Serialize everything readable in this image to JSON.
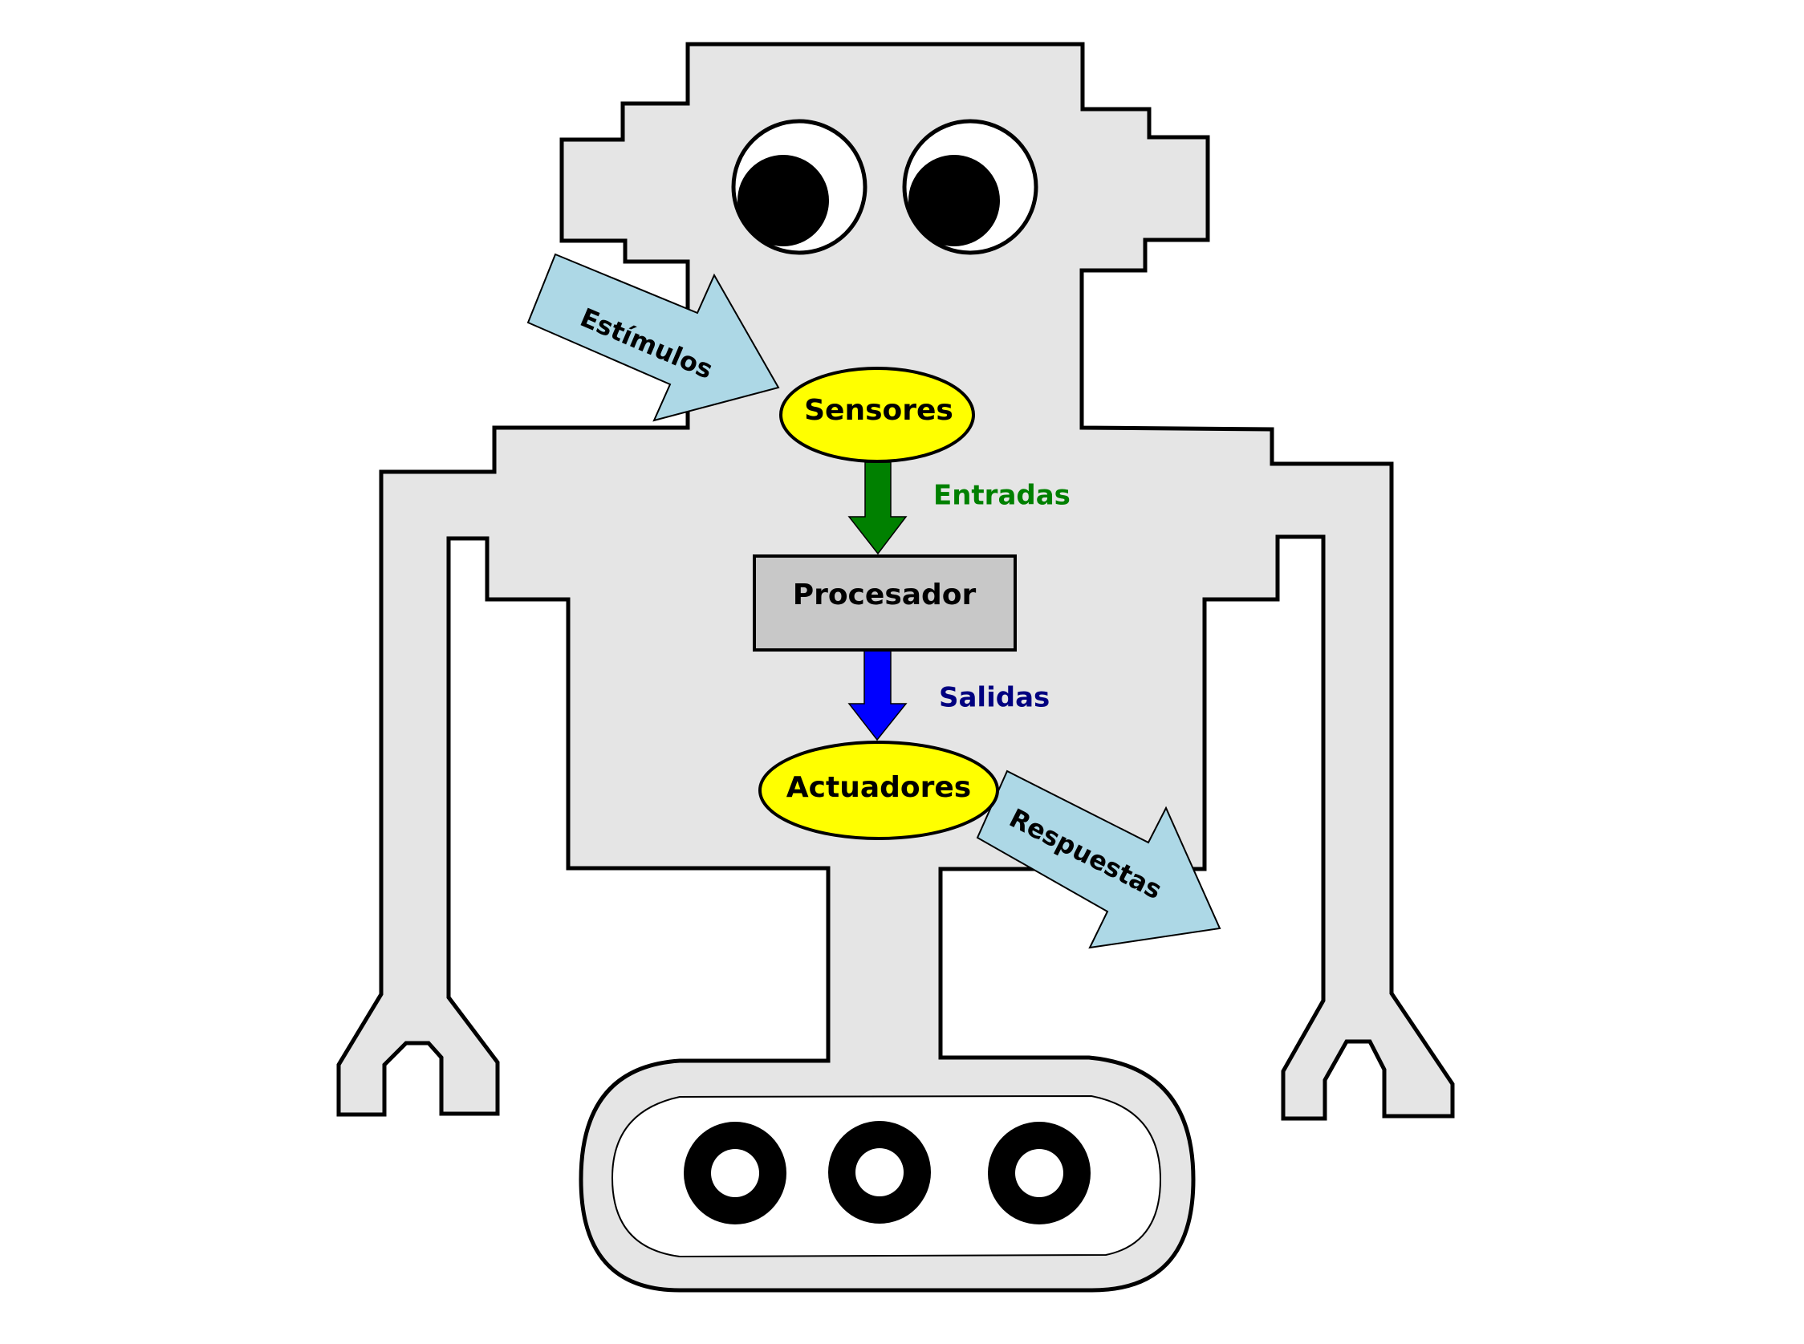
{
  "diagram": {
    "nodes": {
      "sensores": "Sensores",
      "procesador": "Procesador",
      "actuadores": "Actuadores"
    },
    "arrows": {
      "estimulos": "Estímulos",
      "entradas": "Entradas",
      "salidas": "Salidas",
      "respuestas": "Respuestas"
    }
  },
  "colors": {
    "robot_fill": "#e5e5e5",
    "node_ellipse": "#ffff00",
    "processor_box": "#c8c8c8",
    "input_arrow": "#008000",
    "output_arrow": "#0000ff",
    "input_label": "#008000",
    "output_label": "#000080",
    "stimulus_arrow": "#add8e6"
  }
}
